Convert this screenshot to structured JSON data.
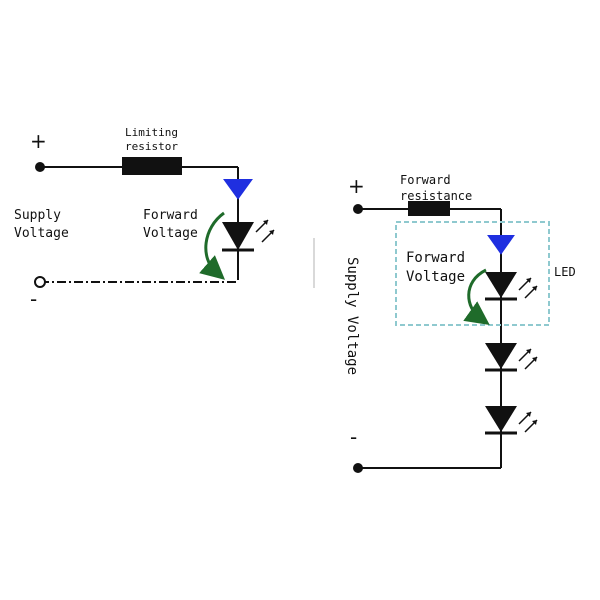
{
  "left_circuit": {
    "plus_sign": "+",
    "minus_sign": "-",
    "resistor_label_line1": "Limiting",
    "resistor_label_line2": "resistor",
    "supply_label_line1": "Supply",
    "supply_label_line2": "Voltage",
    "forward_label_line1": "Forward",
    "forward_label_line2": "Voltage"
  },
  "right_circuit": {
    "plus_sign": "+",
    "minus_sign": "-",
    "resistor_label_line1": "Forward",
    "resistor_label_line2": "resistance",
    "supply_label": "Supply Voltage",
    "forward_label_line1": "Forward",
    "forward_label_line2": "Voltage",
    "led_label": "LED"
  },
  "colors": {
    "wire": "#111111",
    "current_arrow": "#1f2fe0",
    "voltage_arrow": "#1f6b2a",
    "led_box": "#8fc9cf"
  }
}
